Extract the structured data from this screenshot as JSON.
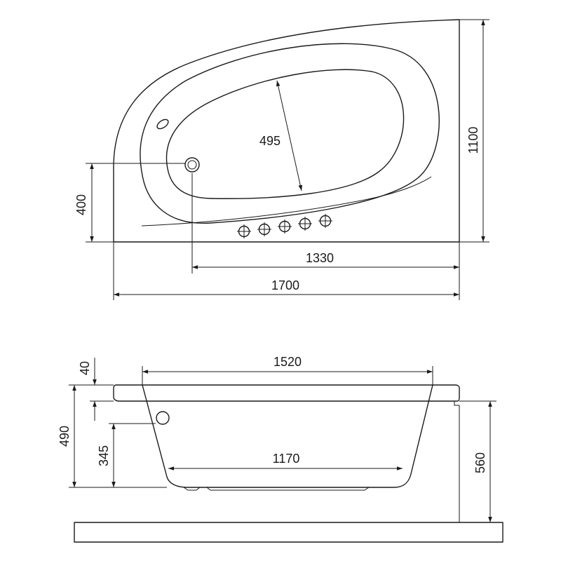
{
  "top_view": {
    "dimensions": {
      "width_1700": "1700",
      "inner_1330": "1330",
      "height_1100": "1100",
      "drain_400": "400",
      "basin_495": "495"
    }
  },
  "side_view": {
    "dimensions": {
      "top_1520": "1520",
      "bottom_1170": "1170",
      "rim_40": "40",
      "overflow_345": "345",
      "height_490": "490",
      "height_560": "560"
    }
  },
  "colors": {
    "line": "#1a1a1a",
    "background": "#ffffff"
  }
}
